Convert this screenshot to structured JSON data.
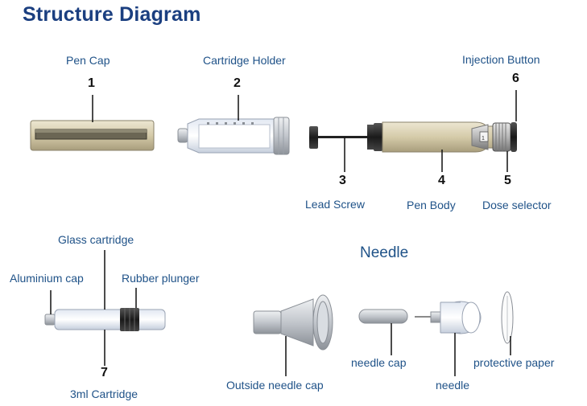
{
  "title": "Structure Diagram",
  "parts": {
    "pen_cap": {
      "label": "Pen Cap",
      "number": "1"
    },
    "cartridge_holder": {
      "label": "Cartridge Holder",
      "number": "2"
    },
    "lead_screw": {
      "label": "Lead Screw",
      "number": "3"
    },
    "pen_body": {
      "label": "Pen Body",
      "number": "4"
    },
    "dose_selector": {
      "label": "Dose selector",
      "number": "5"
    },
    "injection_button": {
      "label": "Injection Button",
      "number": "6"
    },
    "cartridge": {
      "label": "3ml Cartridge",
      "number": "7"
    }
  },
  "cartridge_parts": {
    "glass": "Glass cartridge",
    "aluminium_cap": "Aluminium cap",
    "rubber_plunger": "Rubber plunger"
  },
  "needle_section": {
    "title": "Needle",
    "outside_needle_cap": "Outside needle cap",
    "needle_cap": "needle cap",
    "needle": "needle",
    "protective_paper": "protective paper"
  },
  "colors": {
    "title": "#1b3f80",
    "label": "#1f5288",
    "pen_beige": "#d8cfb2",
    "metal": "#c8ccd2",
    "black": "#111111"
  }
}
